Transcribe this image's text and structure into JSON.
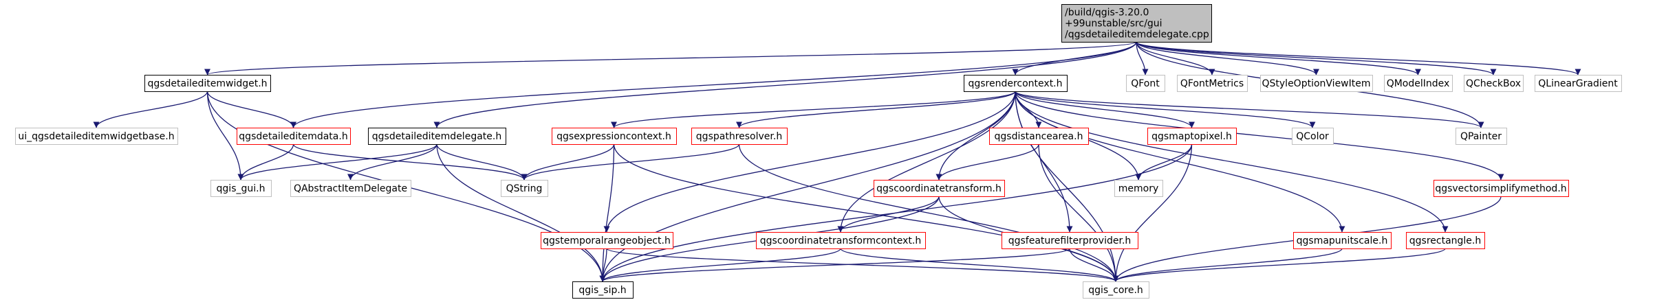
{
  "colors": {
    "edge": "#191970",
    "root_fill": "#bfbfbf",
    "black_border": "#000000",
    "red_border": "#ff0000",
    "grey_border": "#bfbfbf",
    "text": "#000000"
  },
  "nodes": [
    {
      "id": "root",
      "lines": [
        "/build/qgis-3.20.0",
        "+99unstable/src/gui",
        "/qgsdetaileditemdelegate.cpp"
      ],
      "style": "root"
    },
    {
      "id": "qgsdetaileditemwidget_h",
      "lines": [
        "qgsdetaileditemwidget.h"
      ],
      "style": "black"
    },
    {
      "id": "qgsrendercontext_h",
      "lines": [
        "qgsrendercontext.h"
      ],
      "style": "black"
    },
    {
      "id": "qfont",
      "lines": [
        "QFont"
      ],
      "style": "grey"
    },
    {
      "id": "qfontmetrics",
      "lines": [
        "QFontMetrics"
      ],
      "style": "grey"
    },
    {
      "id": "qstyleoptionviewitem",
      "lines": [
        "QStyleOptionViewItem"
      ],
      "style": "grey"
    },
    {
      "id": "qmodelindex",
      "lines": [
        "QModelIndex"
      ],
      "style": "grey"
    },
    {
      "id": "qcheckbox",
      "lines": [
        "QCheckBox"
      ],
      "style": "grey"
    },
    {
      "id": "qlineargradient",
      "lines": [
        "QLinearGradient"
      ],
      "style": "grey"
    },
    {
      "id": "ui_base_h",
      "lines": [
        "ui_qgsdetaileditemwidgetbase.h"
      ],
      "style": "grey"
    },
    {
      "id": "qgsdetaileditemdata_h",
      "lines": [
        "qgsdetaileditemdata.h"
      ],
      "style": "red"
    },
    {
      "id": "qgsdetaileditemdelegate_h",
      "lines": [
        "qgsdetaileditemdelegate.h"
      ],
      "style": "black"
    },
    {
      "id": "qgsexpressioncontext_h",
      "lines": [
        "qgsexpressioncontext.h"
      ],
      "style": "red"
    },
    {
      "id": "qgspathresolver_h",
      "lines": [
        "qgspathresolver.h"
      ],
      "style": "red"
    },
    {
      "id": "qgsdistancearea_h",
      "lines": [
        "qgsdistancearea.h"
      ],
      "style": "red"
    },
    {
      "id": "qgsmaptopixel_h",
      "lines": [
        "qgsmaptopixel.h"
      ],
      "style": "red"
    },
    {
      "id": "qcolor",
      "lines": [
        "QColor"
      ],
      "style": "grey"
    },
    {
      "id": "qpainter",
      "lines": [
        "QPainter"
      ],
      "style": "grey"
    },
    {
      "id": "qgis_gui_h",
      "lines": [
        "qgis_gui.h"
      ],
      "style": "grey"
    },
    {
      "id": "qabstractitemdelegate",
      "lines": [
        "QAbstractItemDelegate"
      ],
      "style": "grey"
    },
    {
      "id": "qstring",
      "lines": [
        "QString"
      ],
      "style": "grey"
    },
    {
      "id": "memory",
      "lines": [
        "memory"
      ],
      "style": "grey"
    },
    {
      "id": "qgscoordinatetransform_h",
      "lines": [
        "qgscoordinatetransform.h"
      ],
      "style": "red"
    },
    {
      "id": "qgsvectorsimplifymethod_h",
      "lines": [
        "qgsvectorsimplifymethod.h"
      ],
      "style": "red"
    },
    {
      "id": "qgstemporalrangeobject_h",
      "lines": [
        "qgstemporalrangeobject.h"
      ],
      "style": "red"
    },
    {
      "id": "qgscoordinatetransformcontext_h",
      "lines": [
        "qgscoordinatetransformcontext.h"
      ],
      "style": "red"
    },
    {
      "id": "qgsfeaturefilterprovider_h",
      "lines": [
        "qgsfeaturefilterprovider.h"
      ],
      "style": "red"
    },
    {
      "id": "qgsmapunitscale_h",
      "lines": [
        "qgsmapunitscale.h"
      ],
      "style": "red"
    },
    {
      "id": "qgsrectangle_h",
      "lines": [
        "qgsrectangle.h"
      ],
      "style": "red"
    },
    {
      "id": "qgis_sip_h",
      "lines": [
        "qgis_sip.h"
      ],
      "style": "black"
    },
    {
      "id": "qgis_core_h",
      "lines": [
        "qgis_core.h"
      ],
      "style": "grey"
    }
  ],
  "edges": [
    [
      "root",
      "qgsdetaileditemwidget_h"
    ],
    [
      "root",
      "qgsrendercontext_h"
    ],
    [
      "root",
      "qfont"
    ],
    [
      "root",
      "qfontmetrics"
    ],
    [
      "root",
      "qstyleoptionviewitem"
    ],
    [
      "root",
      "qmodelindex"
    ],
    [
      "root",
      "qcheckbox"
    ],
    [
      "root",
      "qlineargradient"
    ],
    [
      "root",
      "qpainter"
    ],
    [
      "root",
      "qgsdetaileditemdata_h"
    ],
    [
      "root",
      "qgsdetaileditemdelegate_h"
    ],
    [
      "qgsdetaileditemwidget_h",
      "ui_base_h"
    ],
    [
      "qgsdetaileditemwidget_h",
      "qgsdetaileditemdata_h"
    ],
    [
      "qgsdetaileditemwidget_h",
      "qgis_gui_h"
    ],
    [
      "qgsdetaileditemwidget_h",
      "qgis_sip_h"
    ],
    [
      "qgsdetaileditemdata_h",
      "qgis_gui_h"
    ],
    [
      "qgsdetaileditemdata_h",
      "qstring"
    ],
    [
      "qgsdetaileditemdelegate_h",
      "qgis_gui_h"
    ],
    [
      "qgsdetaileditemdelegate_h",
      "qabstractitemdelegate"
    ],
    [
      "qgsdetaileditemdelegate_h",
      "qstring"
    ],
    [
      "qgsdetaileditemdelegate_h",
      "qgis_sip_h"
    ],
    [
      "qgsrendercontext_h",
      "qgsexpressioncontext_h"
    ],
    [
      "qgsrendercontext_h",
      "qgspathresolver_h"
    ],
    [
      "qgsrendercontext_h",
      "qgsdistancearea_h"
    ],
    [
      "qgsrendercontext_h",
      "qgsmaptopixel_h"
    ],
    [
      "qgsrendercontext_h",
      "qcolor"
    ],
    [
      "qgsrendercontext_h",
      "qpainter"
    ],
    [
      "qgsrendercontext_h",
      "memory"
    ],
    [
      "qgsrendercontext_h",
      "qgscoordinatetransform_h"
    ],
    [
      "qgsrendercontext_h",
      "qgsvectorsimplifymethod_h"
    ],
    [
      "qgsrendercontext_h",
      "qgstemporalrangeobject_h"
    ],
    [
      "qgsrendercontext_h",
      "qgscoordinatetransformcontext_h"
    ],
    [
      "qgsrendercontext_h",
      "qgsfeaturefilterprovider_h"
    ],
    [
      "qgsrendercontext_h",
      "qgsmapunitscale_h"
    ],
    [
      "qgsrendercontext_h",
      "qgsrectangle_h"
    ],
    [
      "qgsrendercontext_h",
      "qgis_sip_h"
    ],
    [
      "qgsrendercontext_h",
      "qgis_core_h"
    ],
    [
      "qgsexpressioncontext_h",
      "qstring"
    ],
    [
      "qgsexpressioncontext_h",
      "qgis_sip_h"
    ],
    [
      "qgsexpressioncontext_h",
      "qgis_core_h"
    ],
    [
      "qgspathresolver_h",
      "qstring"
    ],
    [
      "qgspathresolver_h",
      "qgis_core_h"
    ],
    [
      "qgsdistancearea_h",
      "qgscoordinatetransform_h"
    ],
    [
      "qgsdistancearea_h",
      "qgis_core_h"
    ],
    [
      "qgsmaptopixel_h",
      "memory"
    ],
    [
      "qgsmaptopixel_h",
      "qgis_sip_h"
    ],
    [
      "qgsmaptopixel_h",
      "qgis_core_h"
    ],
    [
      "qgscoordinatetransform_h",
      "qgscoordinatetransformcontext_h"
    ],
    [
      "qgscoordinatetransform_h",
      "qgis_sip_h"
    ],
    [
      "qgscoordinatetransform_h",
      "qgis_core_h"
    ],
    [
      "qgstemporalrangeobject_h",
      "qgis_sip_h"
    ],
    [
      "qgstemporalrangeobject_h",
      "qgis_core_h"
    ],
    [
      "qgscoordinatetransformcontext_h",
      "qgis_sip_h"
    ],
    [
      "qgscoordinatetransformcontext_h",
      "qgis_core_h"
    ],
    [
      "qgsfeaturefilterprovider_h",
      "qgis_sip_h"
    ],
    [
      "qgsfeaturefilterprovider_h",
      "qgis_core_h"
    ],
    [
      "qgsmapunitscale_h",
      "qgis_core_h"
    ],
    [
      "qgsrectangle_h",
      "qgis_core_h"
    ],
    [
      "qgsvectorsimplifymethod_h",
      "qgis_core_h"
    ]
  ]
}
